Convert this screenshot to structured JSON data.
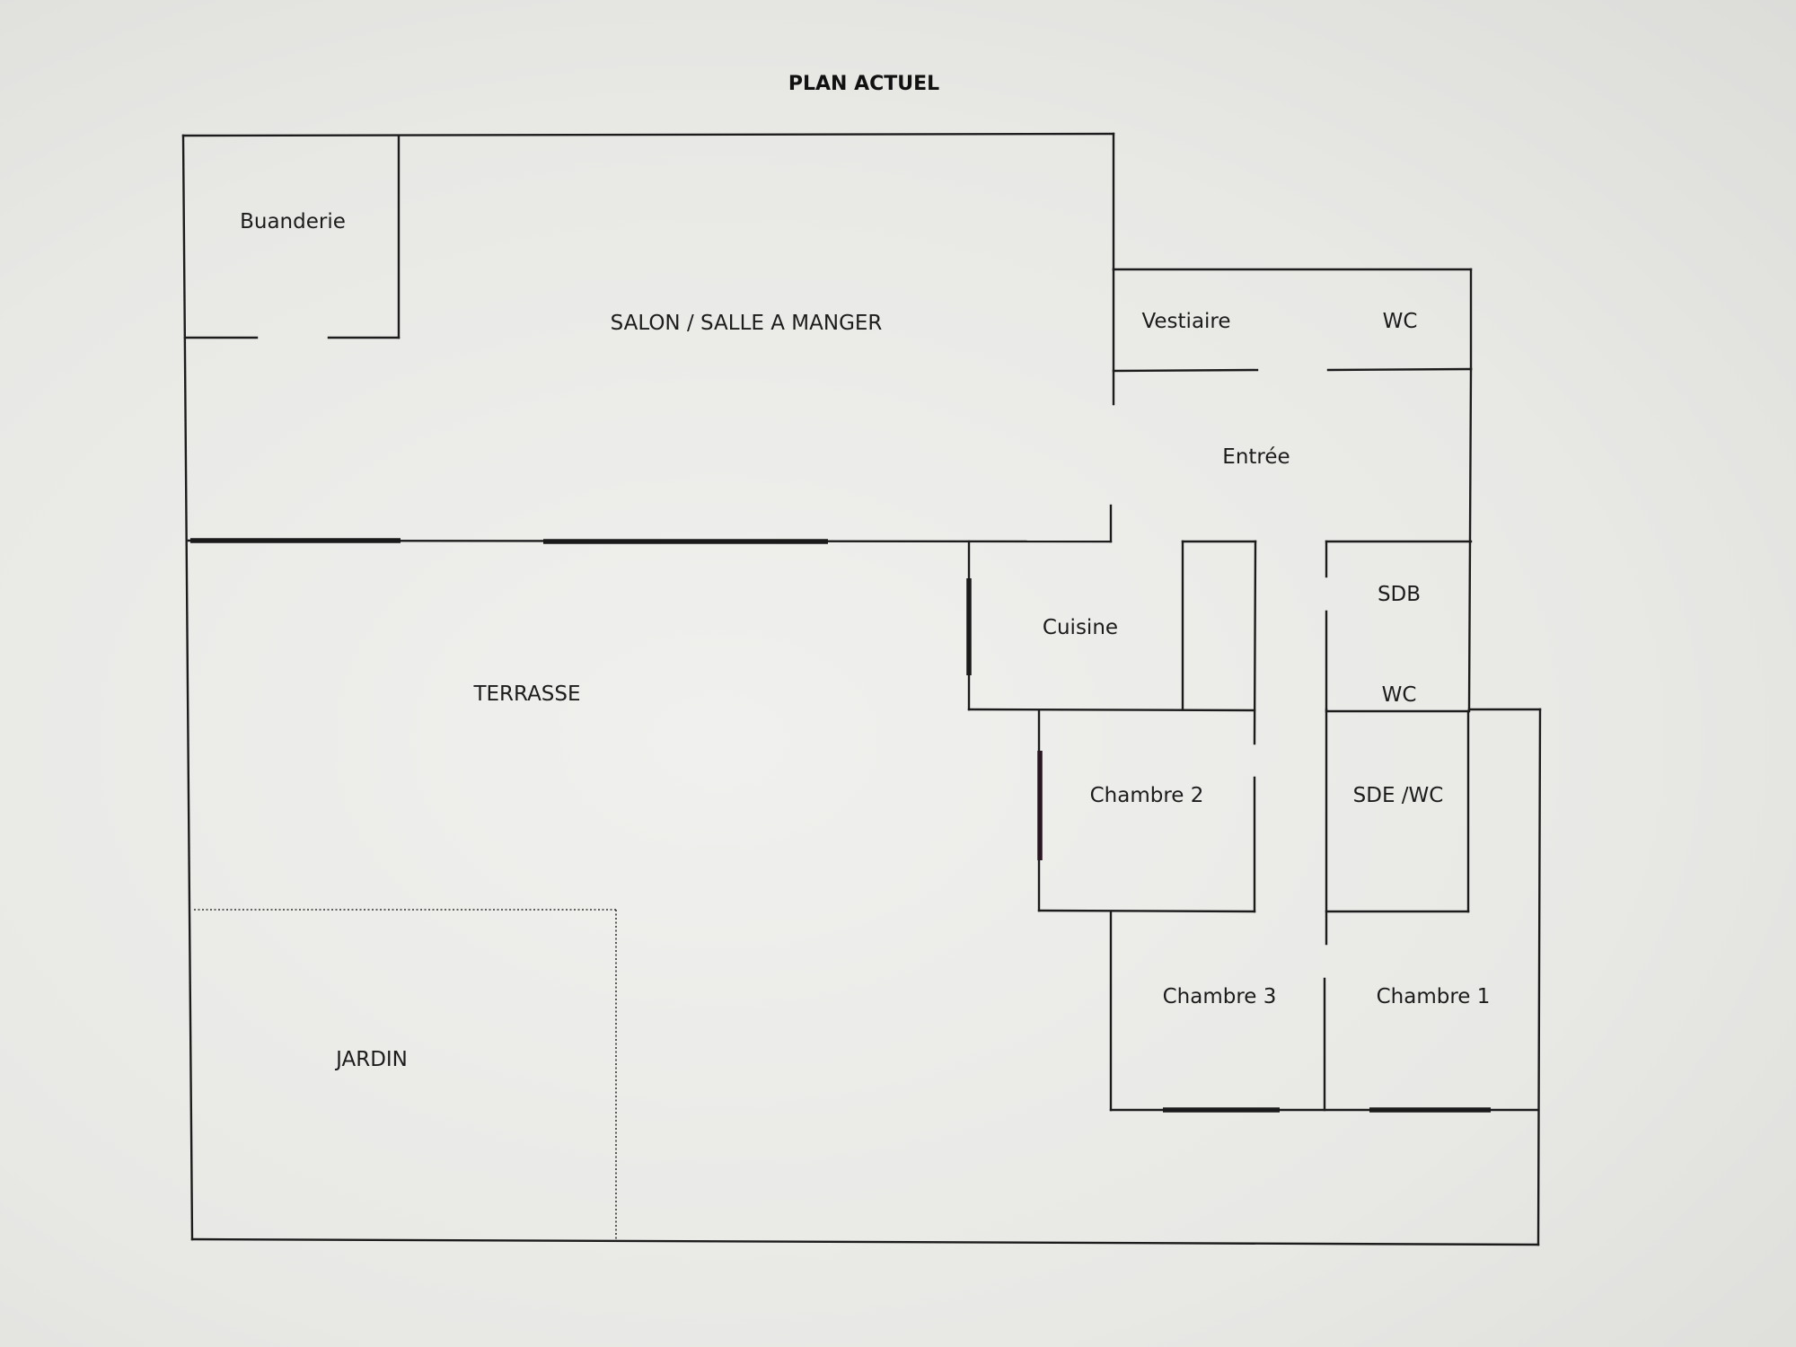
{
  "title": "PLAN ACTUEL",
  "rooms": {
    "buanderie": "Buanderie",
    "salon": "SALON / SALLE A MANGER",
    "vestiaire": "Vestiaire",
    "wc_top": "WC",
    "entree": "Entrée",
    "cuisine": "Cuisine",
    "sdb": "SDB",
    "wc_mid": "WC",
    "terrasse": "TERRASSE",
    "chambre2": "Chambre 2",
    "sde_wc": "SDE /WC",
    "chambre3": "Chambre 3",
    "chambre1": "Chambre 1",
    "jardin": "JARDIN"
  }
}
